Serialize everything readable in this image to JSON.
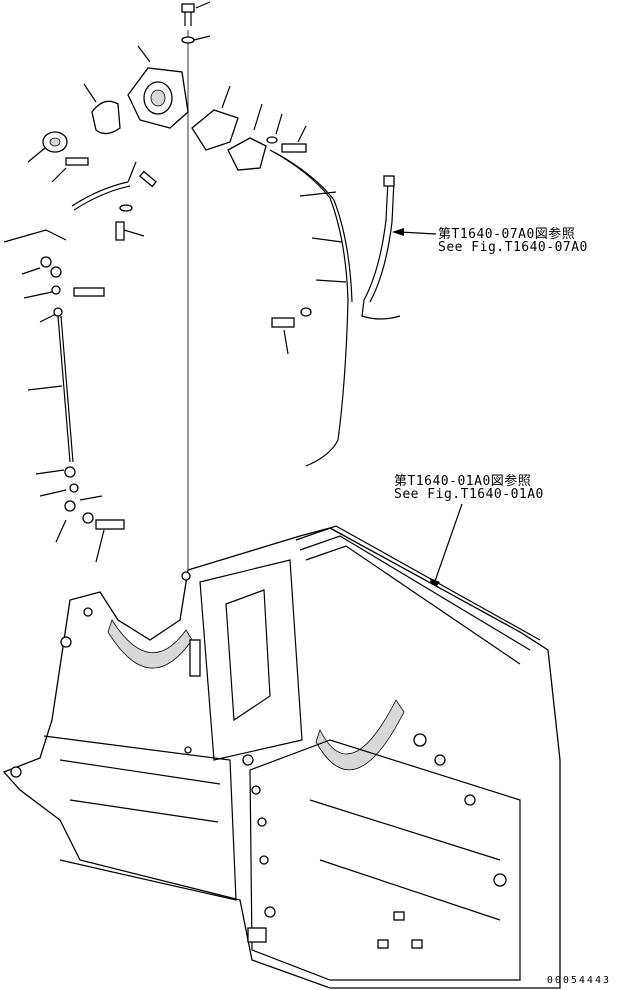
{
  "references": [
    {
      "jp": "第T1640-07A0図参照",
      "en": "See Fig.T1640-07A0"
    },
    {
      "jp": "第T1640-01A0図参照",
      "en": "See Fig.T1640-01A0"
    }
  ],
  "document_number": "00054443"
}
